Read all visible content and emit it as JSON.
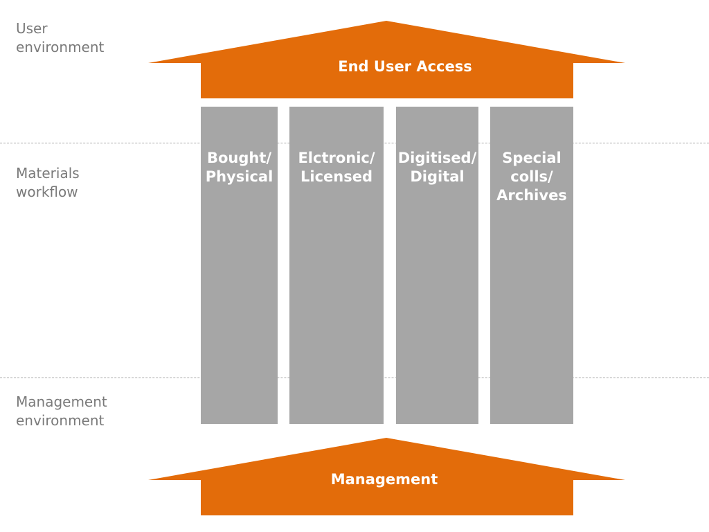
{
  "zones": {
    "user": "User\nenvironment",
    "materials": "Materials\nworkflow",
    "management": "Management\nenvironment"
  },
  "top_arrow": {
    "label": "End User Access",
    "color": "#e36c0a"
  },
  "bottom_arrow": {
    "label": "Management",
    "color": "#e36c0a"
  },
  "pillars": [
    {
      "label": "Bought/\nPhysical"
    },
    {
      "label": "Elctronic/\nLicensed"
    },
    {
      "label": "Digitised/\nDigital"
    },
    {
      "label": "Special\ncolls/\nArchives"
    }
  ],
  "pillar_color": "#a6a6a6",
  "label_color": "#7a7a7a"
}
